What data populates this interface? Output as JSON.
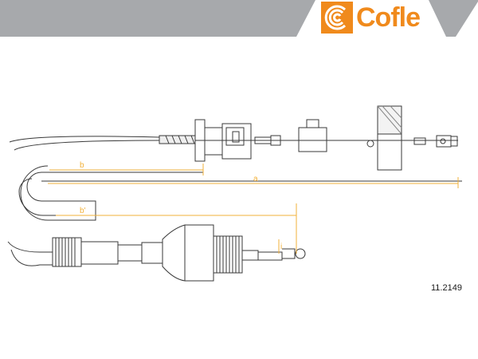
{
  "brand": {
    "name": "Cofle",
    "icon": "cofle-logo-icon",
    "color": "#f08a1c"
  },
  "header": {
    "band_color": "#a7a9ac"
  },
  "drawing": {
    "line_color": "#3a3a3a",
    "dimension_color": "#f2b13a",
    "dimensions": {
      "b": "b",
      "a": "a",
      "b_prime": "b'",
      "i": "i"
    }
  },
  "part_number": "11.2149"
}
